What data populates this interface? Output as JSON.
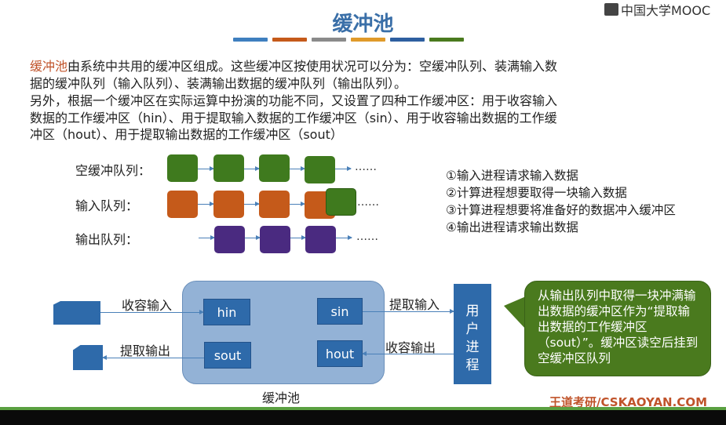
{
  "header": {
    "title": "缓冲池",
    "logo": "中国大学MOOC"
  },
  "divider_colors": [
    "#3f7fbf",
    "#c55a1a",
    "#8a8a8a",
    "#e09a2a",
    "#2e5fa0",
    "#4a7a1e"
  ],
  "intro": {
    "highlight": "缓冲池",
    "line1_rest": "由系统中共用的缓冲区组成。这些缓冲区按使用状况可以分为：空缓冲队列、装满输入数",
    "line2": "据的缓冲队列（输入队列）、装满输出数据的缓冲队列（输出队列）。",
    "line3": "另外，根据一个缓冲区在实际运算中扮演的功能不同，又设置了四种工作缓冲区：用于收容输入",
    "line4": "数据的工作缓冲区（hin）、用于提取输入数据的工作缓冲区（sin）、用于收容输出数据的工作缓",
    "line5": "冲区（hout）、用于提取输出数据的工作缓冲区（sout）"
  },
  "queues": {
    "empty": "空缓冲队列：",
    "input": "输入队列：",
    "output": "输出队列：",
    "ellipsis": "……"
  },
  "steps": [
    "①输入进程请求输入数据",
    "②计算进程想要取得一块输入数据",
    "③计算进程想要将准备好的数据冲入缓冲区",
    "④输出进程请求输出数据"
  ],
  "diagram": {
    "hin": "hin",
    "sin": "sin",
    "sout": "sout",
    "hout": "hout",
    "collect_input": "收容输入",
    "extract_input": "提取输入",
    "extract_output": "提取输出",
    "collect_output": "收容输出",
    "pool_label": "缓冲池",
    "user_process": "用户进程"
  },
  "callout": "从输出队列中取得一块冲满输出数据的缓冲区作为“提取输出数据的工作缓冲区（sout）”。缓冲区读空后挂到空缓冲区队列",
  "footer": "王道考研/CSKAOYAN.COM"
}
